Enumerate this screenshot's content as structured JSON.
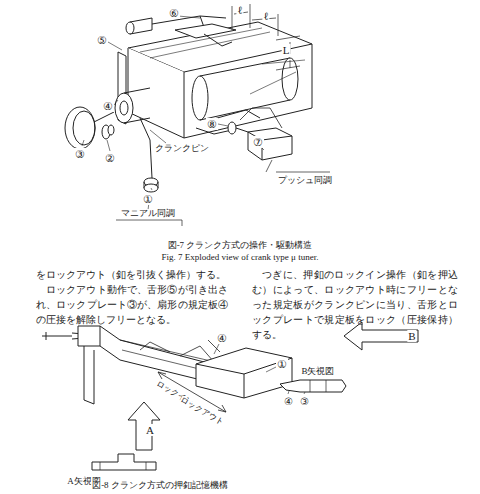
{
  "diagram": {
    "labels": [
      "⑥",
      "ℓ",
      "ℓ",
      "⑤",
      "L",
      "④",
      "③",
      "②",
      "クランクピン",
      "⑧",
      "⑦",
      "プッシュ同調",
      "①",
      "マニアル同調",
      "図-7 クランク方式の操作・駆動構造",
      "Fig. 7 Exploded view of crank type μ tuner.",
      "をロックアウト（釦を引抜く操作）する。",
      "ロックアウト動作で、舌形⑤が引き出され、ロックプレート③が、扇形の規定板④の圧接を解除しフリーとなる。",
      "つぎに、押釦のロックイン操作（釦を押込む）によって、ロックアウト時にフリーとなった規定板がクランクピンに当り、舌形とロックプレートで規定板をロック（圧接保持）する。",
      "④",
      "B",
      "①",
      "B矢視図",
      "④",
      "③",
      "ロックイン",
      "ロックアウト",
      "A",
      "A矢視図",
      "図-8 クランク方式の押釦記憶機構"
    ]
  }
}
